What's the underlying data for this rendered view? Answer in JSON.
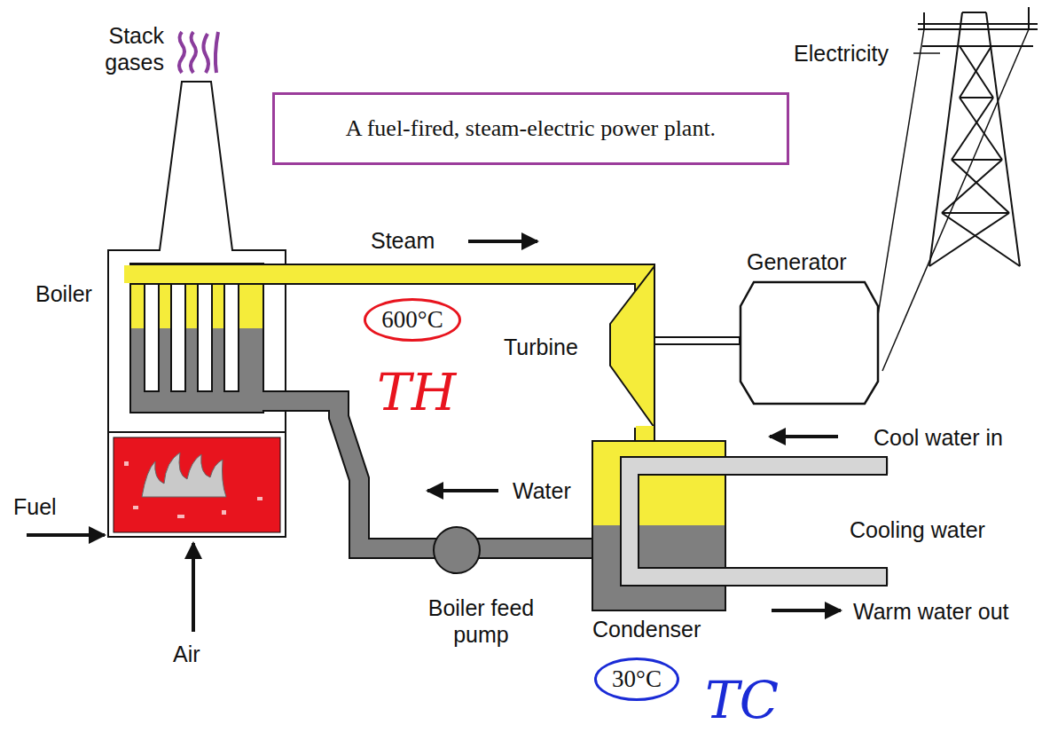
{
  "diagram": {
    "title": "A fuel-fired, steam-electric power plant.",
    "nodes": [
      {
        "text": [
          "600°C"
        ]
      },
      {
        "text": [
          "30°C"
        ]
      }
    ],
    "labels": [
      "Stack gases",
      "Electricity",
      "Steam",
      "Generator",
      "Boiler",
      "Turbine",
      "TH",
      "Cool water in",
      "Water",
      "Cooling water",
      "Fuel",
      "Boiler feed pump",
      "Warm water out",
      "Air",
      "Condenser",
      "TC"
    ]
  }
}
